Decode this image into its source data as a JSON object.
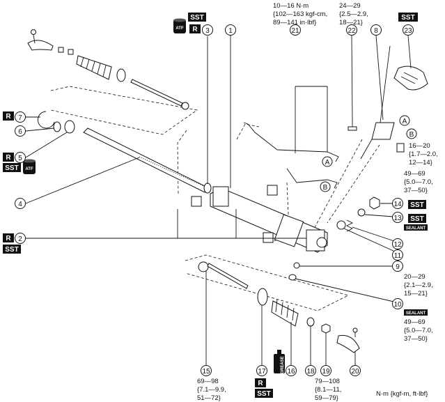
{
  "badges": {
    "sst": "SST",
    "r": "R",
    "atf": "ATF",
    "sealant": "SEALANT",
    "grease": "GREASE"
  },
  "callouts": {
    "n1": "1",
    "n2": "2",
    "n3": "3",
    "n4": "4",
    "n5": "5",
    "n6": "6",
    "n7": "7",
    "n8": "8",
    "n9": "9",
    "n10": "10",
    "n11": "11",
    "n12": "12",
    "n13": "13",
    "n14": "14",
    "n15": "15",
    "n16": "16",
    "n17": "17",
    "n18": "18",
    "n19": "19",
    "n20": "20",
    "n21": "21",
    "n22": "22",
    "n23": "23"
  },
  "refs": {
    "a": "A",
    "b": "B"
  },
  "torque": {
    "t21": [
      "10—16 N·m",
      "{102—163 kgf-cm,",
      "89—141 in·lbf}"
    ],
    "t22": [
      "24—29",
      "{2.5—2.9,",
      "18—21}"
    ],
    "t16_20": [
      "16—20",
      "{1.7—2.0,",
      "12—14}"
    ],
    "t14": [
      "49—69",
      "{5.0—7.0,",
      "37—50}"
    ],
    "t10": [
      "20—29",
      "{2.1—2.9,",
      "15—21}"
    ],
    "t_lower": [
      "49—69",
      "{5.0—7.0,",
      "37—50}"
    ],
    "t15": [
      "69—98",
      "{7.1—9.9,",
      "51—72}"
    ],
    "t19": [
      "79—108",
      "{8.1—11,",
      "59—79}"
    ]
  },
  "units_note": "N·m {kgf-m, ft-lbf}"
}
